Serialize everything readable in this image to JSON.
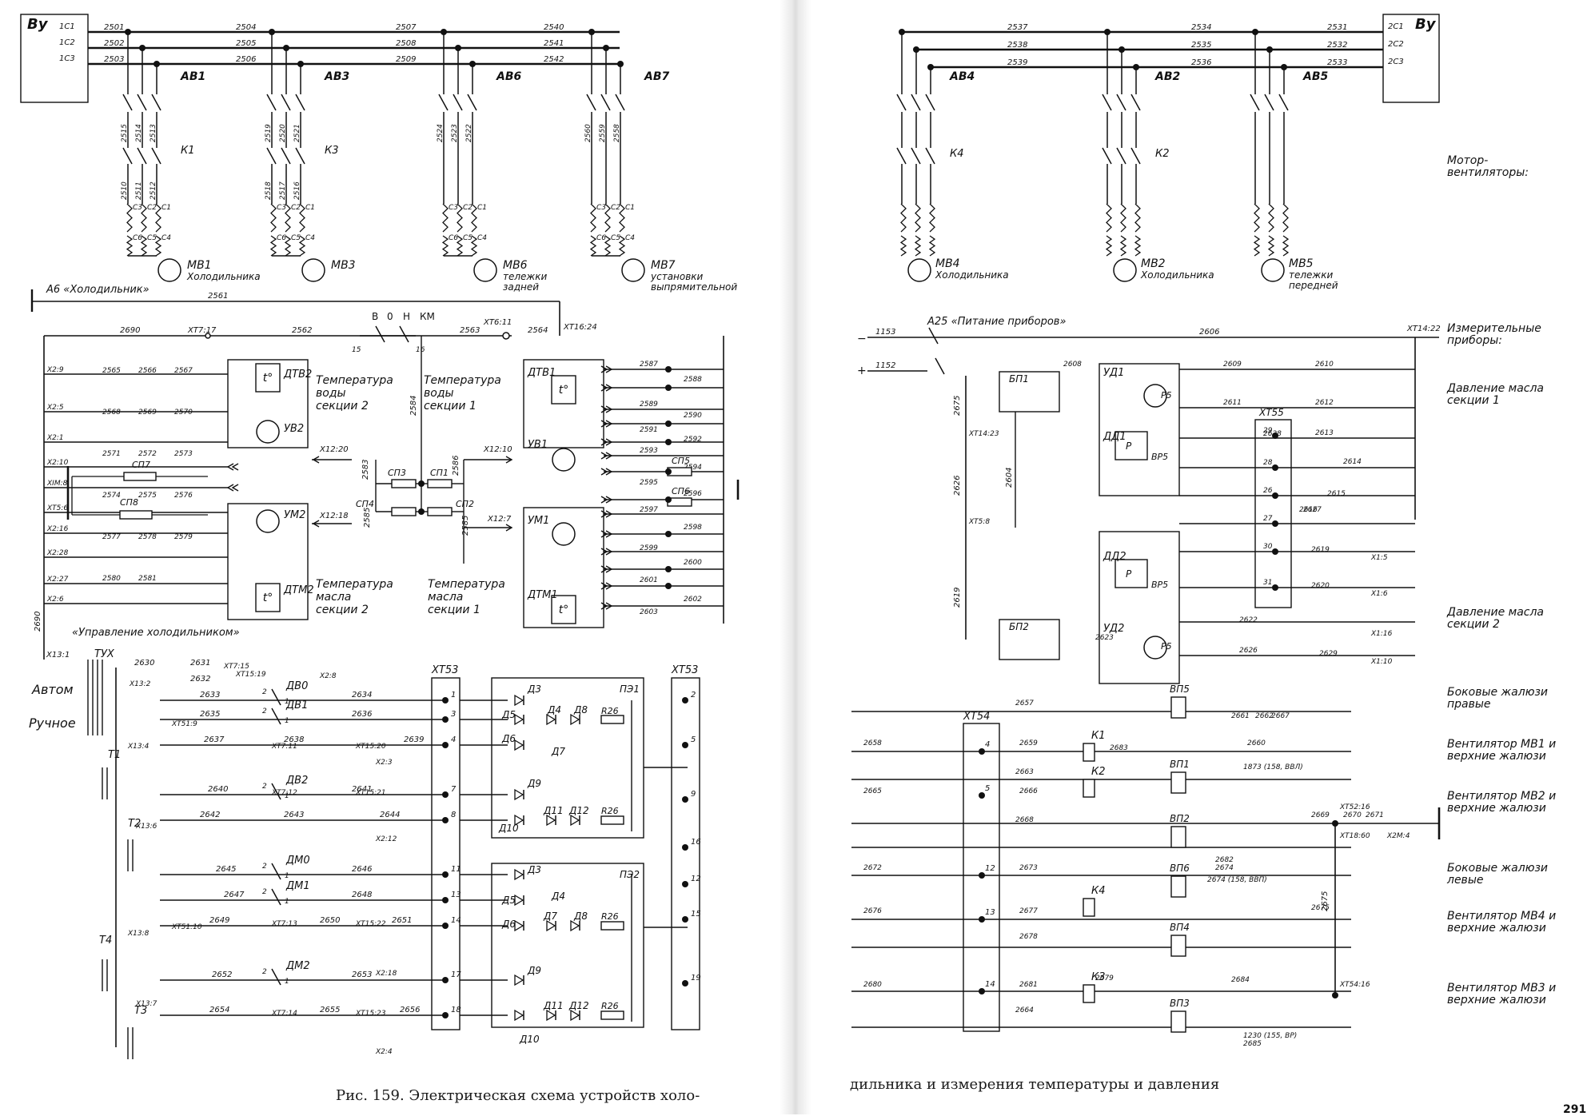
{
  "left_page": {
    "caption": "Рис. 159. Электрическая схема устройств холо-",
    "fan_block": {
      "box": "Ву",
      "terminals": [
        "1С1",
        "1С2",
        "1С3"
      ],
      "buses": [
        [
          "2501",
          "2504",
          "2507",
          "2540"
        ],
        [
          "2502",
          "2505",
          "2508",
          "2541"
        ],
        [
          "2503",
          "2506",
          "2509",
          "2542"
        ]
      ],
      "breakers": [
        "АВ1",
        "АВ3",
        "АВ6",
        "АВ7"
      ],
      "contactors": [
        "К1",
        "К3"
      ],
      "breaker_wires": [
        [
          "2513",
          "2514",
          "2515"
        ],
        [
          "2521",
          "2520",
          "2519"
        ],
        [
          "2522",
          "2523",
          "2524"
        ],
        [
          "2558",
          "2559",
          "2560"
        ]
      ],
      "motor_wires": [
        [
          "2510",
          "2511",
          "2512"
        ],
        [
          "2518",
          "2517",
          "2516"
        ]
      ],
      "coil_labels": [
        [
          "С3",
          "С2",
          "С1"
        ],
        [
          "С6",
          "С5",
          "С4"
        ]
      ],
      "motors": [
        {
          "id": "МВ1",
          "desc": "Холодильника"
        },
        {
          "id": "МВ3",
          "desc": ""
        },
        {
          "id": "МВ6",
          "desc": "тележки задней"
        },
        {
          "id": "МВ7",
          "desc": "установки выпрямительной"
        }
      ]
    },
    "measure_block": {
      "switch_label": "А6 «Холодильник»",
      "wires_top": [
        "2561",
        "2690",
        "2562",
        "2563",
        "2564"
      ],
      "terminals_top": [
        "ХТ7:17",
        "ХТ6:11",
        "ХТ16:24"
      ],
      "km_switch": {
        "positions": [
          "В",
          "0",
          "Н"
        ],
        "label": "КМ",
        "contacts": [
          "15",
          "16"
        ]
      },
      "sensors": [
        "ДТВ2",
        "УВ2",
        "УМ2",
        "ДТМ2",
        "ДТВ1",
        "УВ1",
        "УМ1",
        "ДТМ1"
      ],
      "resistors": [
        "СП3",
        "СП1",
        "СП4",
        "СП2",
        "СП5",
        "СП6",
        "СП7",
        "СП8"
      ],
      "texts": [
        "Температура воды секции 2",
        "Температура воды секции 1",
        "Температура масла секции 2",
        "Температура масла секции 1"
      ],
      "left_terminals": [
        "Х2:9",
        "Х2:5",
        "Х2:1",
        "Х2:10",
        "ХIМ:8",
        "ХТ5:6",
        "Х2:16",
        "Х2:28",
        "Х2:27",
        "Х2:6"
      ],
      "left_wires": [
        "2565",
        "2566",
        "2567",
        "2568",
        "2569",
        "2570",
        "2571",
        "2572",
        "2573",
        "2574",
        "2575",
        "2576",
        "2577",
        "2578",
        "2579",
        "2580",
        "2581"
      ],
      "right_wires": [
        "2587",
        "2588",
        "2589",
        "2590",
        "2591",
        "2592",
        "2593",
        "2594",
        "2595",
        "2596",
        "2597",
        "2598",
        "2599",
        "2600",
        "2601",
        "2602",
        "2603"
      ],
      "center_wires": [
        "2583",
        "2584",
        "2585",
        "2586",
        "Х12:20",
        "Х12:18",
        "Х12:10",
        "Х12:7"
      ]
    },
    "control_block": {
      "title": "«Управление холодильником»",
      "switch": "ТУХ",
      "modes": [
        "Автом",
        "Ручное"
      ],
      "thermo": [
        "Т1",
        "Т2",
        "Т3",
        "Т4"
      ],
      "relays": [
        "ДВ0",
        "ДВ1",
        "ДВ2",
        "ДМ0",
        "ДМ1",
        "ДМ2"
      ],
      "terminal_strip": "ХТ53",
      "diode_blocks": [
        "ПЭ1",
        "ПЭ2"
      ],
      "diodes": [
        "Д3",
        "Д4",
        "Д5",
        "Д6",
        "Д7",
        "Д8",
        "Д9",
        "Д10",
        "Д11",
        "Д12",
        "R26"
      ],
      "strip_left_pins": [
        "1",
        "3",
        "4",
        "7",
        "8",
        "11",
        "13",
        "14",
        "17",
        "18"
      ],
      "strip_right_pins": [
        "2",
        "5",
        "9",
        "16",
        "12",
        "15",
        "19"
      ],
      "wires": [
        "2630",
        "2631",
        "2632",
        "2633",
        "2634",
        "2635",
        "2636",
        "2637",
        "2638",
        "2639",
        "2640",
        "2641",
        "2642",
        "2643",
        "2644",
        "2645",
        "2646",
        "2647",
        "2648",
        "2649",
        "2650",
        "2651",
        "2652",
        "2653",
        "2654",
        "2655",
        "2656"
      ],
      "terminals": [
        "Х13:1",
        "Х13:2",
        "Х13:4",
        "Х13:6",
        "Х13:8",
        "Х13:7",
        "ХТ7:15",
        "ХТ15:19",
        "ХТ51:9",
        "ХТ7:11",
        "ХТ15:20",
        "ХТ7:12",
        "ХТ15:21",
        "ХТ51:10",
        "ХТ7:13",
        "ХТ15:22",
        "ХТ7:14",
        "ХТ15:23",
        "Х2:8",
        "Х2:3",
        "Х2:12",
        "Х2:18",
        "Х2:4"
      ]
    }
  },
  "right_page": {
    "caption": "дильника и измерения температуры и давления",
    "page_number": "291",
    "fan_block": {
      "box": "Ву",
      "terminals": [
        "2С1",
        "2С2",
        "2С3"
      ],
      "buses": [
        [
          "2537",
          "2534",
          "2531"
        ],
        [
          "2538",
          "2535",
          "2532"
        ],
        [
          "2539",
          "2536",
          "2533"
        ]
      ],
      "breakers": [
        "АВ4",
        "АВ2",
        "АВ5"
      ],
      "contactors": [
        "К4",
        "К2"
      ],
      "motors": [
        {
          "id": "МВ4",
          "desc": "Холодильника"
        },
        {
          "id": "МВ2",
          "desc": "Холодильника"
        },
        {
          "id": "МВ5",
          "desc": "тележки передней"
        }
      ],
      "legend": "Мотор-вентиляторы:"
    },
    "pressure_block": {
      "switch_label": "А25 «Питание приборов»",
      "supply_wires": [
        "1153",
        "1152"
      ],
      "units": [
        "БП1",
        "БП2",
        "УД1",
        "ДД1",
        "ДД2",
        "УД2",
        "ХТ55"
      ],
      "wires": [
        "2606",
        "2608",
        "2609",
        "2610",
        "2611",
        "2612",
        "2613",
        "2614",
        "2615",
        "2616",
        "2619",
        "2620",
        "2622",
        "2623",
        "2626",
        "2627",
        "2628",
        "2629",
        "2675",
        "2604"
      ],
      "legend": [
        "Измерительные приборы:",
        "Давление масла секции 1",
        "Давление масла секции 2"
      ]
    },
    "louver_block": {
      "terminal_strip": "ХТ54",
      "relays": [
        "К1",
        "К2",
        "К3",
        "К4"
      ],
      "valves": [
        "ВП5",
        "ВП1",
        "ВП2",
        "ВП6",
        "ВП4",
        "ВП3"
      ],
      "wires": [
        "2657",
        "2658",
        "2659",
        "2660",
        "2661",
        "2662",
        "2663",
        "2664",
        "2665",
        "2666",
        "2667",
        "2668",
        "2669",
        "2670",
        "2671",
        "2672",
        "2673",
        "2674",
        "2675",
        "2676",
        "2677",
        "2678",
        "2679",
        "2680",
        "2681",
        "2682",
        "2683",
        "2684",
        "2685",
        "1873 (158, ВВЛ)",
        "1230 (155, ВР)",
        "2674 (158, ВВП)"
      ],
      "legend": [
        "Боковые жалюзи правые",
        "Вентилятор МВ1 и верхние жалюзи",
        "Вентилятор МВ2 и верхние жалюзи",
        "Боковые жалюзи левые",
        "Вентилятор МВ4 и верхние жалюзи",
        "Вентилятор МВ3 и верхние жалюзи"
      ]
    }
  }
}
